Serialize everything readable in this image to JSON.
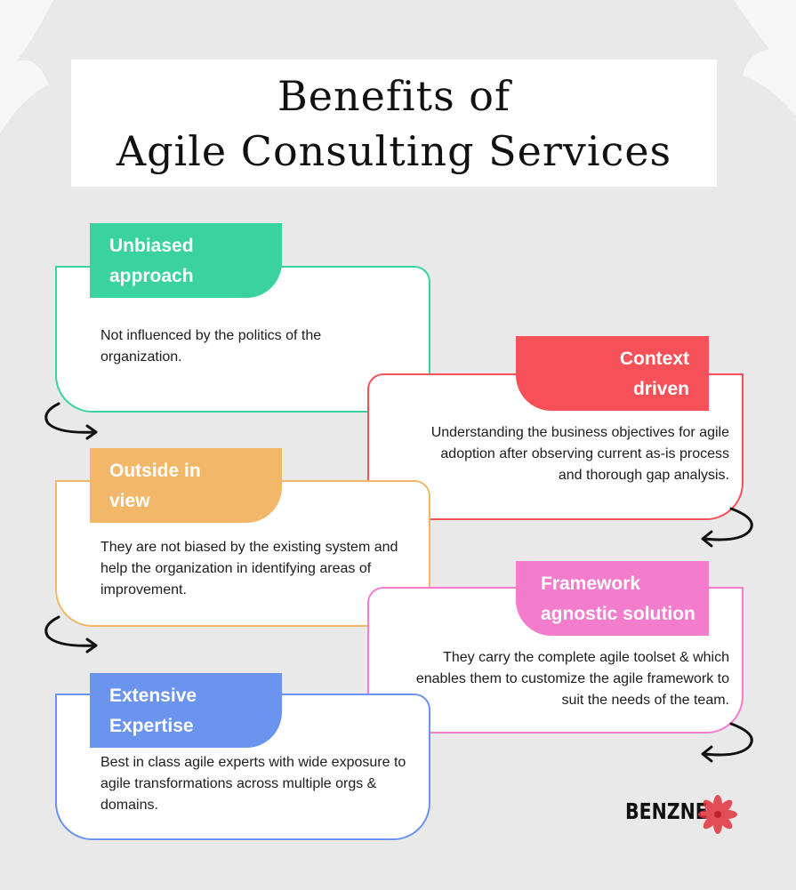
{
  "title": {
    "line1": "Benefits of",
    "line2": "Agile Consulting Services"
  },
  "cards": [
    {
      "title": "Unbiased approach",
      "description": "Not influenced by the politics of the organization.",
      "color": "#3ad3a0"
    },
    {
      "title": "Context driven",
      "description": "Understanding  the business objectives for agile adoption after observing current as-is process and thorough gap analysis.",
      "color": "#f65058"
    },
    {
      "title": "Outside in view",
      "description": "They are not biased by the existing system and help the organization in identifying areas of improvement.",
      "color": "#f2b769"
    },
    {
      "title": "Framework agnostic solution",
      "description": "They carry the complete agile toolset & which enables them to customize the agile framework to suit the needs of the team.",
      "color": "#f47ccd"
    },
    {
      "title": "Extensive Expertise",
      "description": "Best in class agile experts with wide exposure to agile transformations across multiple orgs & domains.",
      "color": "#6b94ee"
    }
  ],
  "brand": {
    "name": "BENZNE",
    "logo_color": "#e0323c"
  }
}
